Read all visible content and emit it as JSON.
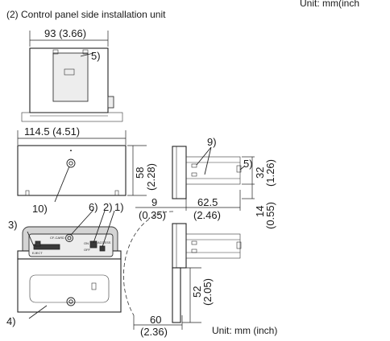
{
  "header": {
    "corner_text": "Unit: mm(inch",
    "section_title": "(2) Control panel side installation unit"
  },
  "dimensions": {
    "top_width": "93 (3.66)",
    "front_width": "114.5 (4.51)",
    "front_height_mm": "58",
    "front_height_in": "(2.28)",
    "side_height_mm": "32",
    "side_height_in": "(1.26)",
    "side_depth": "62.5",
    "side_depth_in": "(2.46)",
    "offset_mm": "9",
    "offset_in": "(0.35)",
    "lower_mm": "14",
    "lower_in": "(0.55)",
    "door_height_mm": "52",
    "door_height_in": "(2.05)",
    "door_swing_mm": "60",
    "door_swing_in": "(2.36)"
  },
  "callouts": {
    "c5_top": "5)",
    "c9": "9)",
    "c5_side": "5)",
    "c10": "10)",
    "c6": "6)",
    "c2": "2)",
    "c1": "1)",
    "c3": "3)",
    "c4": "4)"
  },
  "panel_labels": {
    "card": "CF-CARD",
    "eject": "EJECT",
    "on": "ON",
    "off": "OFF",
    "access": "ACCESS"
  },
  "footer": {
    "unit_note": "Unit: mm (inch)"
  }
}
